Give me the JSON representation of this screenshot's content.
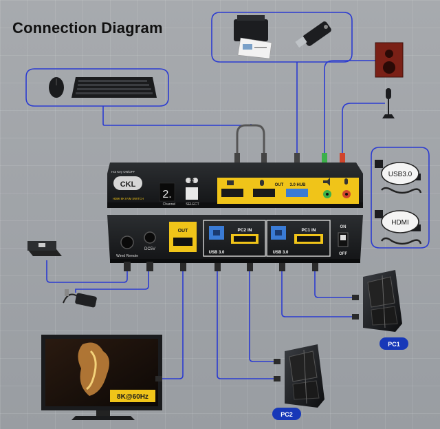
{
  "title": "Connection Diagram",
  "brand": "CKL",
  "device": {
    "hotkey_text": "Hot Key ON/OFF",
    "model_tag": "HDMI 8K KVM SWITCH",
    "channel_digit": "2.",
    "channel_label": "Channel",
    "select_badge": "1 2",
    "select_label": "SELECT",
    "out_label": "OUT",
    "hub_label": "3.0 HUB",
    "rear_out_label": "OUT",
    "pc2_in_label": "PC2 IN",
    "pc1_in_label": "PC1 IN",
    "usb30_label_a": "USB 3.0",
    "usb30_label_b": "USB 3.0",
    "wired_remote_label": "Wired Remote",
    "dc5v_label": "DC5V",
    "on_label": "ON",
    "off_label": "OFF"
  },
  "cables": {
    "usb30": "USB3.0",
    "hdmi": "HDMI"
  },
  "monitor_badge": "8K@60Hz",
  "pc1_label": "PC1",
  "pc2_label": "PC2",
  "colors": {
    "accent_gold": "#f0c419",
    "cable_blue": "#2b3bd1",
    "device_dark": "#1e2022",
    "usb3_blue": "#3a7bd5",
    "audio_green": "#3cb04a",
    "audio_red": "#d0452c"
  }
}
